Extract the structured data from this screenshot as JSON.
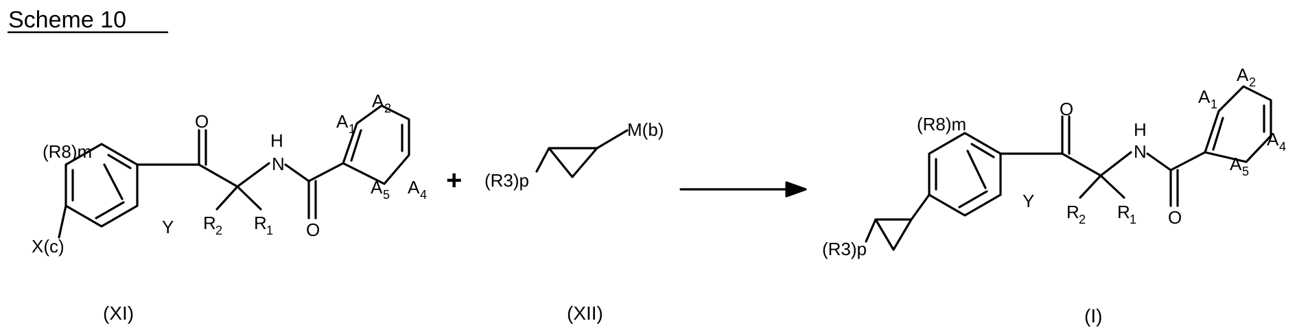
{
  "title": "Scheme 10",
  "compounds": [
    {
      "label": "(XI)",
      "atoms": {
        "r8": "(R8)m",
        "xc": "X(c)",
        "y": "Y",
        "o_top": "O",
        "nh": "H",
        "n": "N",
        "o_bottom": "O",
        "r2": "R",
        "r2_sub": "2",
        "r1": "R",
        "r1_sub": "1",
        "a1": "A",
        "a1_sub": "1",
        "a2": "A",
        "a2_sub": "2",
        "a4": "A",
        "a4_sub": "4",
        "a5": "A",
        "a5_sub": "5"
      }
    },
    {
      "label": "(XII)",
      "atoms": {
        "r3": "(R3)p",
        "mb": "M(b)"
      }
    },
    {
      "label": "(I)",
      "atoms": {
        "r8": "(R8)m",
        "r3": "(R3)p",
        "y": "Y",
        "o_top": "O",
        "nh": "H",
        "n": "N",
        "o_bottom": "O",
        "r2": "R",
        "r2_sub": "2",
        "r1": "R",
        "r1_sub": "1",
        "a1": "A",
        "a1_sub": "1",
        "a2": "A",
        "a2_sub": "2",
        "a4": "A",
        "a4_sub": "4",
        "a5": "A",
        "a5_sub": "5"
      }
    }
  ],
  "plus": "+"
}
